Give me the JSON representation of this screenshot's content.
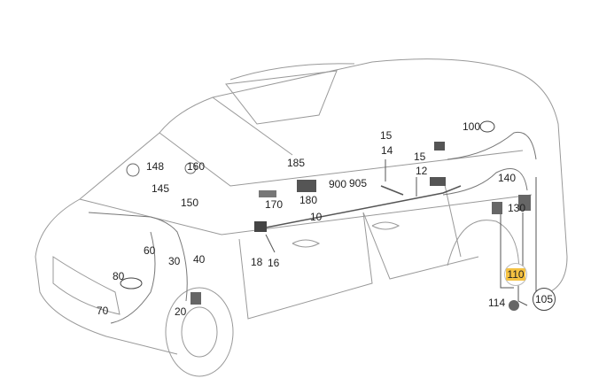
{
  "diagram": {
    "highlight_color": "#f5c242",
    "highlighted_part": "110",
    "parts": [
      {
        "id": "148",
        "label": "148"
      },
      {
        "id": "160",
        "label": "160"
      },
      {
        "id": "145",
        "label": "145"
      },
      {
        "id": "150",
        "label": "150"
      },
      {
        "id": "185",
        "label": "185"
      },
      {
        "id": "15a",
        "label": "15"
      },
      {
        "id": "14",
        "label": "14"
      },
      {
        "id": "15b",
        "label": "15"
      },
      {
        "id": "12",
        "label": "12"
      },
      {
        "id": "900",
        "label": "900"
      },
      {
        "id": "905",
        "label": "905"
      },
      {
        "id": "180",
        "label": "180"
      },
      {
        "id": "170",
        "label": "170"
      },
      {
        "id": "10",
        "label": "10"
      },
      {
        "id": "18",
        "label": "18"
      },
      {
        "id": "16",
        "label": "16"
      },
      {
        "id": "60",
        "label": "60"
      },
      {
        "id": "30",
        "label": "30"
      },
      {
        "id": "40",
        "label": "40"
      },
      {
        "id": "80",
        "label": "80"
      },
      {
        "id": "20",
        "label": "20"
      },
      {
        "id": "70",
        "label": "70"
      },
      {
        "id": "100",
        "label": "100"
      },
      {
        "id": "140",
        "label": "140"
      },
      {
        "id": "130",
        "label": "130"
      },
      {
        "id": "110",
        "label": "110"
      },
      {
        "id": "105",
        "label": "105"
      },
      {
        "id": "114",
        "label": "114"
      }
    ]
  }
}
